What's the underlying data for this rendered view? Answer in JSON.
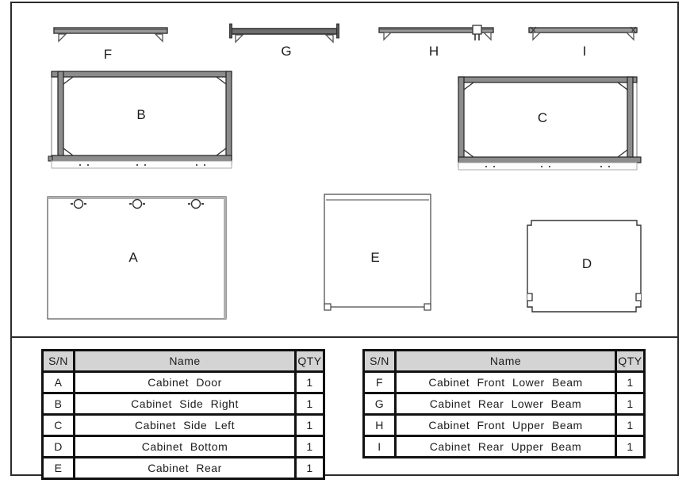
{
  "colors": {
    "page_border": "#2b2b2b",
    "table_border": "#111111",
    "table_header_bg": "#d4d4d4",
    "beam_fill": "#9a9a9a",
    "beam_dark_fill": "#6e6e6e",
    "frame_bar_fill": "#8c8c8c",
    "text": "#1c1c1c"
  },
  "diagram": {
    "labels": {
      "A": "A",
      "B": "B",
      "C": "C",
      "D": "D",
      "E": "E",
      "F": "F",
      "G": "G",
      "H": "H",
      "I": "I"
    }
  },
  "tables": {
    "left": {
      "headers": [
        "S/N",
        "Name",
        "QTY"
      ],
      "rows": [
        [
          "A",
          "Cabinet Door",
          "1"
        ],
        [
          "B",
          "Cabinet Side Right",
          "1"
        ],
        [
          "C",
          "Cabinet Side Left",
          "1"
        ],
        [
          "D",
          "Cabinet Bottom",
          "1"
        ],
        [
          "E",
          "Cabinet Rear",
          "1"
        ]
      ]
    },
    "right": {
      "headers": [
        "S/N",
        "Name",
        "QTY"
      ],
      "rows": [
        [
          "F",
          "Cabinet Front Lower Beam",
          "1"
        ],
        [
          "G",
          "Cabinet Rear Lower Beam",
          "1"
        ],
        [
          "H",
          "Cabinet Front Upper Beam",
          "1"
        ],
        [
          "I",
          "Cabinet Rear Upper Beam",
          "1"
        ]
      ]
    }
  }
}
